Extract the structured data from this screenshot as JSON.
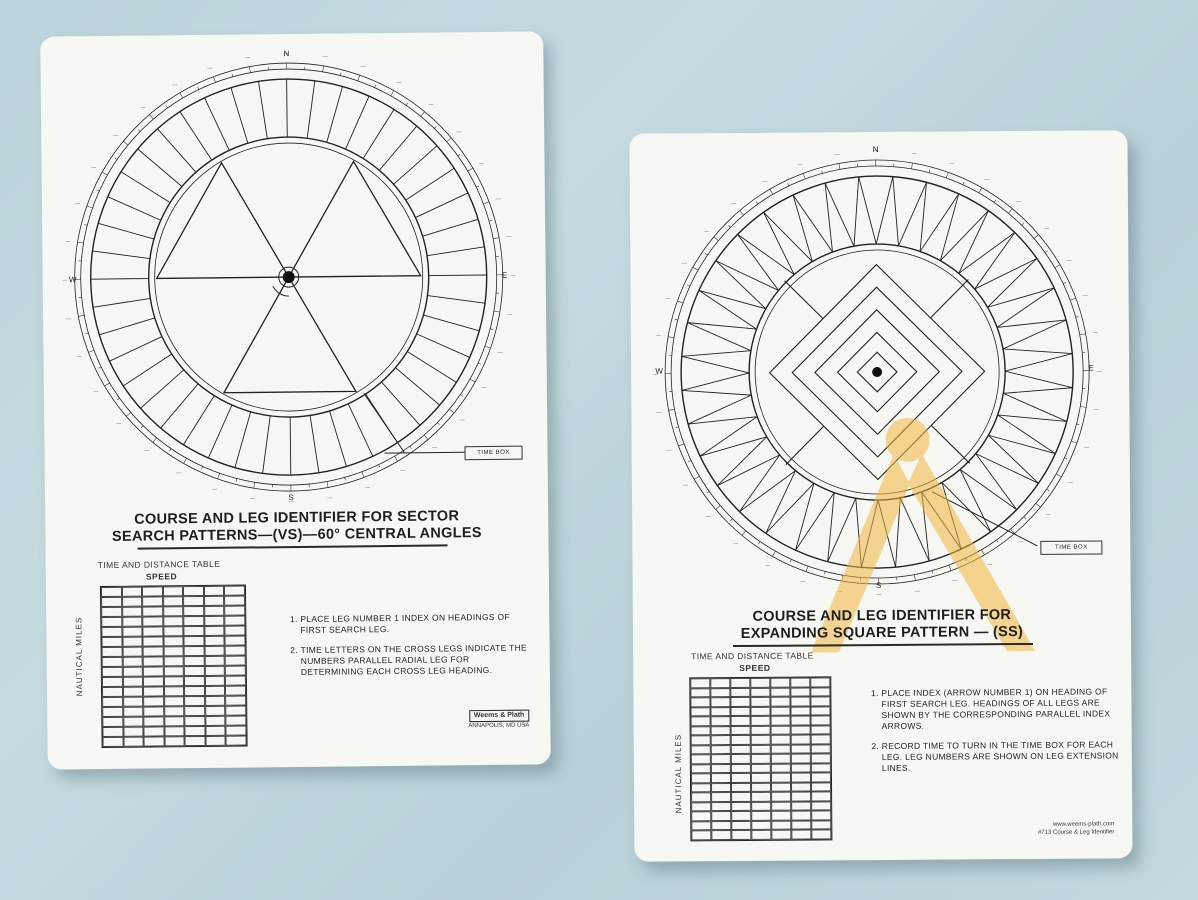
{
  "left_card": {
    "title_line1": "COURSE AND LEG IDENTIFIER FOR SECTOR",
    "title_line2": "SEARCH PATTERNS—(VS)—60° CENTRAL ANGLES",
    "table_caption": "TIME AND DISTANCE TABLE",
    "speed_label": "SPEED",
    "side_label": "NAUTICAL MILES",
    "instructions": [
      "PLACE LEG NUMBER 1 INDEX ON HEADINGS OF FIRST SEARCH LEG.",
      "TIME LETTERS ON THE CROSS LEGS INDICATE THE NUMBERS PARALLEL RADIAL LEG FOR DETERMINING EACH CROSS LEG HEADING."
    ],
    "brand": "Weems & Plath",
    "brand_sub": "ANNAPOLIS, MD USA",
    "time_box_label": "TIME BOX",
    "compass_north": "N",
    "compass_south": "S",
    "compass_east": "E",
    "compass_west": "W"
  },
  "right_card": {
    "title_line1": "COURSE AND LEG IDENTIFIER FOR",
    "title_line2": "EXPANDING SQUARE PATTERN — (SS)",
    "table_caption": "TIME AND DISTANCE TABLE",
    "speed_label": "SPEED",
    "side_label": "NAUTICAL MILES",
    "instructions": [
      "PLACE INDEX (ARROW NUMBER 1) ON HEADING OF FIRST SEARCH LEG. HEADINGS OF ALL LEGS ARE SHOWN BY THE CORRESPONDING PARALLEL INDEX ARROWS.",
      "RECORD TIME TO TURN IN THE TIME BOX FOR EACH LEG. LEG NUMBERS ARE SHOWN ON LEG EXTENSION LINES."
    ],
    "website": "www.weems-plath.com",
    "product": "#713 Course & Leg Identifier",
    "time_box_label": "TIME BOX",
    "compass_north": "N",
    "compass_south": "S",
    "compass_east": "E",
    "compass_west": "W"
  },
  "colors": {
    "background": "#bfd5db",
    "card": "#f7f7f3",
    "ink": "#1e1e1e",
    "watermark": "#f0b63c"
  }
}
